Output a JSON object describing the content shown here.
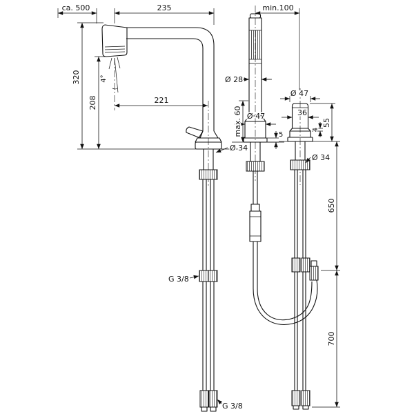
{
  "drawing": {
    "background": "#ffffff",
    "stroke_color": "#111111",
    "side_view": {
      "pullout_length": "ca. 500",
      "spout_reach_top": "235",
      "height_total": "320",
      "height_clearance": "208",
      "spray_angle": "4°",
      "spout_reach": "221",
      "hole_diameter": "Ø 34",
      "thread_mid": "G 3/8",
      "thread_bottom": "G 3/8"
    },
    "spray_unit_view": {
      "min_distance": "min.100",
      "grip_diameter": "Ø 28",
      "collar_diameter": "Ø 47",
      "max_mounting": "max. 60",
      "baseplate_height": "5"
    },
    "mixer_body_view": {
      "body_diameter": "Ø 47",
      "upper_width": "36",
      "ring_height": "4",
      "body_height": "55",
      "hole_diameter": "Ø 34",
      "hose_length_upper": "650",
      "hose_length_lower": "700"
    }
  }
}
